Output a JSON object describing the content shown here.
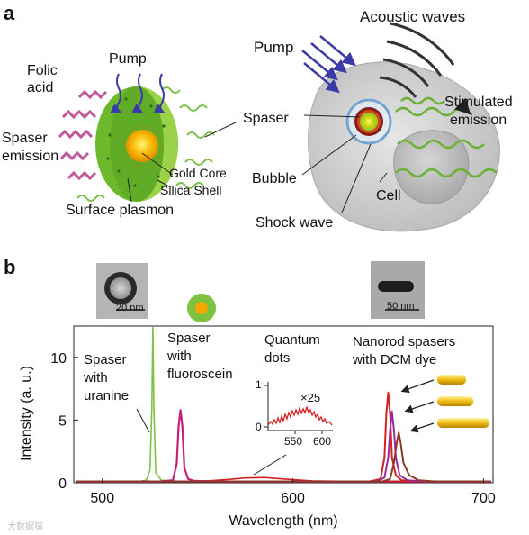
{
  "panel_a": {
    "panel_label": "a",
    "left": {
      "pump": "Pump",
      "folic_acid": [
        "Folic",
        "acid"
      ],
      "spaser_emission": [
        "Spaser",
        "emission"
      ],
      "gold_core": "Gold Core",
      "silica_shell": "Silica Shell",
      "surface_plasmon": "Surface plasmon"
    },
    "right": {
      "acoustic_waves": "Acoustic waves",
      "pump": "Pump",
      "spaser": "Spaser",
      "stimulated_emission": [
        "Stimulated",
        "emission"
      ],
      "bubble": "Bubble",
      "cell": "Cell",
      "shock_wave": "Shock wave"
    }
  },
  "panel_b": {
    "panel_label": "b",
    "scale_bar_20": "20 nm",
    "scale_bar_50": "50 nm",
    "annotations": {
      "uranine": [
        "Spaser",
        "with",
        "uranine"
      ],
      "fluoroscein": [
        "Spaser",
        "with",
        "fluoroscein"
      ],
      "quantum_dots": [
        "Quantum",
        "dots"
      ],
      "nanorod": [
        "Nanorod spasers",
        "with DCM dye"
      ]
    },
    "inset": {
      "y_ticks": [
        "1",
        "0"
      ],
      "x_ticks": [
        "550",
        "600"
      ],
      "multiplier": "×25"
    },
    "watermark": "大数据猿"
  },
  "colors": {
    "green_line": "#7dc04a",
    "magenta_line": "#c2207a",
    "red_line": "#d42020",
    "brown_line": "#8b3a2a",
    "purple_line": "#9a2a9a",
    "shell_green": "#7ec242",
    "gold": "#f5a800",
    "cell_gray": "#d8d8d8",
    "arrow_blue": "#3b3ba8",
    "wave_green": "#6cb23a",
    "folic_pink": "#c0589c"
  },
  "chart_data": {
    "type": "line",
    "xlabel": "Wavelength (nm)",
    "ylabel": "Intensity (a. u.)",
    "xlim": [
      485,
      705
    ],
    "ylim": [
      0,
      12.5
    ],
    "x_ticks": [
      500,
      600,
      700
    ],
    "y_ticks": [
      0,
      5,
      10
    ],
    "series": [
      {
        "x": [
          486,
          510,
          520,
          523,
          525,
          526,
          526.5,
          527,
          528,
          531,
          540,
          560,
          580,
          600,
          620,
          650,
          690,
          704
        ],
        "y": [
          0.1,
          0.1,
          0.12,
          0.2,
          1.0,
          6.0,
          12.4,
          6.0,
          0.8,
          0.2,
          0.12,
          0.1,
          0.1,
          0.1,
          0.1,
          0.1,
          0.1,
          0.1
        ]
      },
      {
        "x": [
          486,
          530,
          537,
          539,
          540,
          541,
          542,
          543,
          545,
          548,
          560,
          600,
          704
        ],
        "y": [
          0.1,
          0.1,
          0.2,
          1.5,
          4.5,
          5.8,
          4.5,
          1.2,
          0.3,
          0.15,
          0.1,
          0.1,
          0.1
        ]
      },
      {
        "x": [
          486,
          545,
          555,
          565,
          575,
          585,
          595,
          610,
          630,
          704
        ],
        "y": [
          0.08,
          0.1,
          0.15,
          0.25,
          0.38,
          0.42,
          0.3,
          0.15,
          0.1,
          0.08
        ]
      },
      {
        "x": [
          486,
          640,
          646,
          648,
          649,
          650,
          651,
          652,
          654,
          657,
          665,
          704
        ],
        "y": [
          0.1,
          0.1,
          0.3,
          2.0,
          5.5,
          7.2,
          5.5,
          2.0,
          0.6,
          0.2,
          0.1,
          0.1
        ]
      },
      {
        "x": [
          486,
          644,
          648,
          650,
          651,
          652,
          653,
          654,
          656,
          660,
          670,
          704
        ],
        "y": [
          0.1,
          0.1,
          0.4,
          2.0,
          4.2,
          5.7,
          4.2,
          2.0,
          0.6,
          0.2,
          0.1,
          0.1
        ]
      },
      {
        "x": [
          486,
          647,
          651,
          653,
          654.5,
          655.5,
          656.5,
          658,
          661,
          666,
          675,
          704
        ],
        "y": [
          0.1,
          0.1,
          0.3,
          1.6,
          3.2,
          4.0,
          3.2,
          1.6,
          0.6,
          0.2,
          0.1,
          0.1
        ]
      }
    ]
  }
}
